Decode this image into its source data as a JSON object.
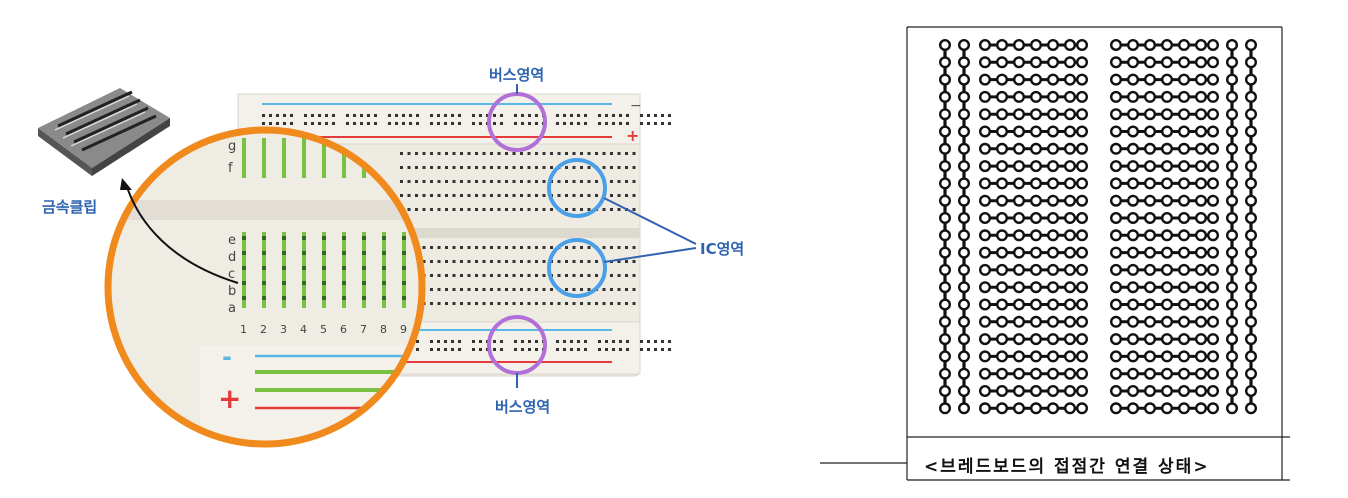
{
  "labels": {
    "bus_top": "버스영역",
    "bus_bottom": "버스영역",
    "ic": "IC영역",
    "clip": "금속클립"
  },
  "breadboard": {
    "row_letters_top": [
      "f",
      "g"
    ],
    "row_letters_bottom": [
      "a",
      "b",
      "c",
      "d",
      "e"
    ],
    "column_numbers": [
      "1",
      "2",
      "3",
      "4",
      "5",
      "6",
      "7",
      "8",
      "9"
    ],
    "rail_signs": [
      "-",
      "+"
    ],
    "colors": {
      "board": "#f2efe8",
      "blue_rail": "#5ab8e6",
      "red_rail": "#e63b3b",
      "green_strip": "#7ac143",
      "orange_circle": "#f08a1c",
      "purple_circle": "#b070d8",
      "blue_circle": "#4a9fe8",
      "label_blue": "#2f63b0"
    }
  },
  "connection_diagram": {
    "caption": "<브레드보드의 접점간 연결 상태>"
  }
}
